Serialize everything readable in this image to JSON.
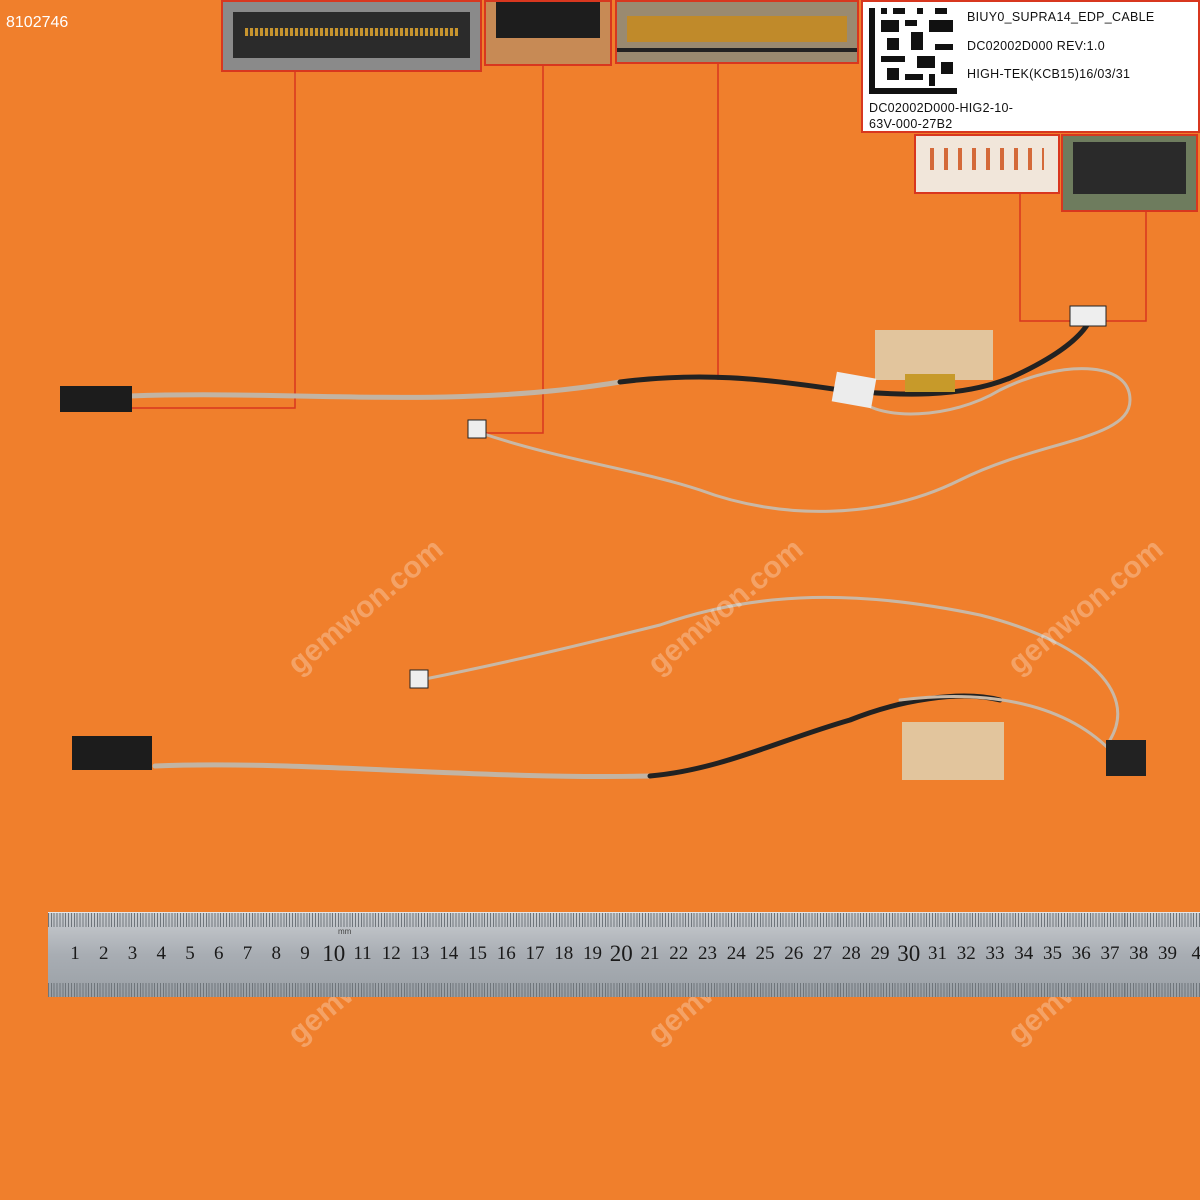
{
  "product_id": "8102746",
  "label": {
    "line1": "BIUY0_SUPRA14_EDP_CABLE",
    "line2": "DC02002D000  REV:1.0",
    "line3": "HIGH-TEK(KCB15)16/03/31",
    "line4": "DC02002D000-HIG2-10-",
    "line5": "63V-000-27B2"
  },
  "watermark": "gemwon.com",
  "ruler": {
    "unit_label": "mm",
    "numbers": [
      "1",
      "2",
      "3",
      "4",
      "5",
      "6",
      "7",
      "8",
      "9",
      "10",
      "11",
      "12",
      "13",
      "14",
      "15",
      "16",
      "17",
      "18",
      "19",
      "20",
      "21",
      "22",
      "23",
      "24",
      "25",
      "26",
      "27",
      "28",
      "29",
      "30",
      "31",
      "32",
      "33",
      "34",
      "35",
      "36",
      "37",
      "38",
      "39",
      "4"
    ]
  },
  "colors": {
    "background": "#f07f2c",
    "callout_line": "#d8371f",
    "cable": "#c9b8a6"
  }
}
